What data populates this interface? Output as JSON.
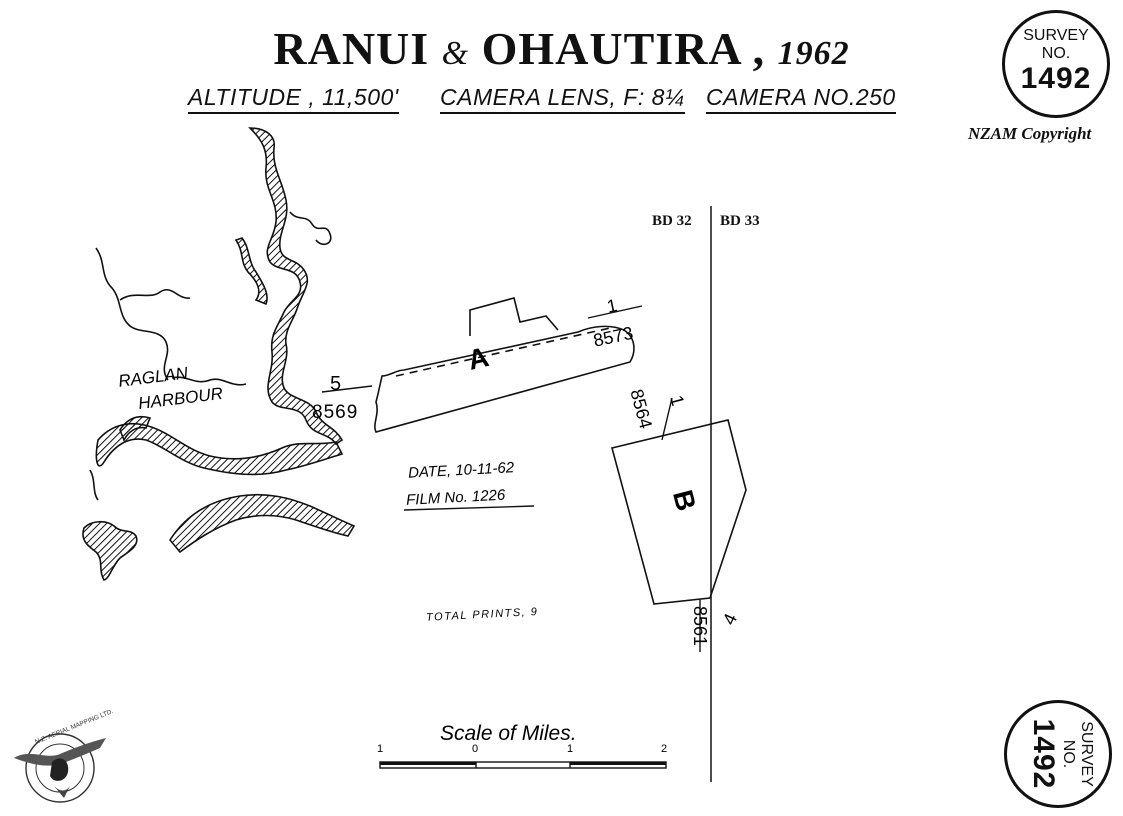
{
  "title": {
    "main": "RANUI",
    "amp": "&",
    "second": "OHAUTIRA",
    "comma": ",",
    "year": "1962"
  },
  "subtitle": {
    "altitude": "ALTITUDE , 11,500'",
    "lens": "CAMERA LENS, F: 8¼",
    "camera": "CAMERA NO.250"
  },
  "stamp": {
    "line1": "SURVEY",
    "line2": "NO.",
    "number": "1492"
  },
  "copyright": "NZAM Copyright",
  "grid": {
    "left": "BD 32",
    "right": "BD 33"
  },
  "place_label": {
    "line1": "RAGLAN",
    "line2": "HARBOUR"
  },
  "runs": {
    "A": {
      "label": "A",
      "start": {
        "run": "5",
        "frame": "8569"
      },
      "end": {
        "run": "1",
        "frame": "8573"
      }
    },
    "B": {
      "label": "B",
      "start": {
        "run": "1",
        "frame": "8564"
      },
      "end": {
        "run": "4",
        "frame": "8561"
      }
    }
  },
  "info": {
    "date": "DATE, 10-11-62",
    "film": "FILM No. 1226",
    "total": "TOTAL PRINTS, 9"
  },
  "scale": {
    "title": "Scale of Miles.",
    "ticks": [
      "1",
      "0",
      "1",
      "2"
    ]
  },
  "logo": {
    "text": "N.Z. AERIAL MAPPING LTD."
  }
}
